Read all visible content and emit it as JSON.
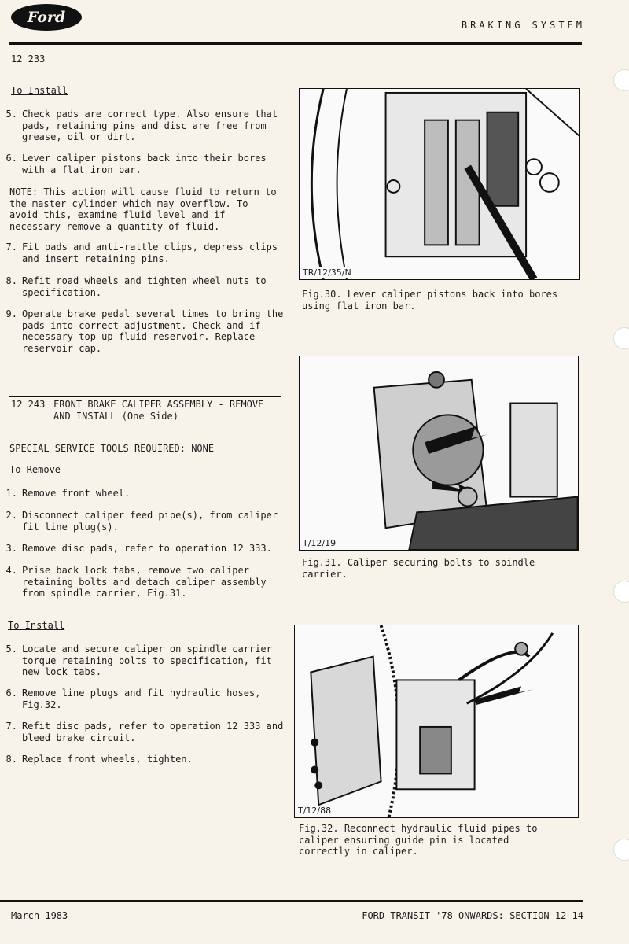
{
  "header": {
    "logo_text": "Ford",
    "title": "BRAKING SYSTEM",
    "operation_number": "12 233"
  },
  "install1": {
    "heading": "To Install",
    "steps": [
      {
        "num": "5.",
        "text": "Check pads are correct type.  Also ensure that\npads, retaining pins and disc are free from\ngrease, oil or dirt."
      },
      {
        "num": "6.",
        "text": "Lever caliper pistons back into their bores\nwith a flat iron bar."
      },
      {
        "num": "7.",
        "text": "Fit pads and anti-rattle clips, depress clips\nand insert retaining pins."
      },
      {
        "num": "8.",
        "text": "Refit road wheels and tighten wheel nuts to\nspecification."
      },
      {
        "num": "9.",
        "text": "Operate brake pedal several times to bring the\npads into correct adjustment.  Check and if\nnecessary top up fluid reservoir.  Replace\nreservoir cap."
      }
    ],
    "note": "NOTE: This action will cause fluid to return to\n      the master cylinder which may overflow.  To\n      avoid this, examine fluid level and if\n      necessary remove a quantity of fluid."
  },
  "section": {
    "code": "12 243",
    "title": "FRONT BRAKE CALIPER ASSEMBLY - REMOVE\nAND INSTALL (One Side)",
    "tools": "SPECIAL SERVICE TOOLS REQUIRED: NONE"
  },
  "remove": {
    "heading": "To Remove",
    "steps": [
      {
        "num": "1.",
        "text": "Remove front wheel."
      },
      {
        "num": "2.",
        "text": "Disconnect caliper feed pipe(s), from caliper\nfit line plug(s)."
      },
      {
        "num": "3.",
        "text": "Remove disc pads, refer to operation 12 333."
      },
      {
        "num": "4.",
        "text": "Prise back lock tabs, remove two caliper\nretaining bolts and detach caliper assembly\nfrom spindle carrier, Fig.31."
      }
    ]
  },
  "install2": {
    "heading": "To Install",
    "steps": [
      {
        "num": "5.",
        "text": "Locate and secure caliper on spindle carrier\ntorque retaining bolts to specification, fit\nnew lock tabs."
      },
      {
        "num": "6.",
        "text": "Remove line plugs and fit hydraulic hoses,\nFig.32."
      },
      {
        "num": "7.",
        "text": "Refit disc pads, refer to operation 12 333 and\nbleed brake circuit."
      },
      {
        "num": "8.",
        "text": "Replace front wheels, tighten."
      }
    ]
  },
  "figures": [
    {
      "tag": "TR/12/35/N",
      "caption_num": "Fig.30.",
      "caption": "Lever caliper pistons back into bores\n        using flat iron bar."
    },
    {
      "tag": "T/12/19",
      "caption_num": "Fig.31.",
      "caption": "Caliper securing bolts to spindle carrier."
    },
    {
      "tag": "T/12/88",
      "caption_num": "Fig.32.",
      "caption": "Reconnect hydraulic fluid pipes to\n        caliper ensuring guide pin is located\n        correctly in caliper."
    }
  ],
  "footer": {
    "date": "March 1983",
    "reference": "FORD TRANSIT '78 ONWARDS: SECTION 12-14"
  }
}
